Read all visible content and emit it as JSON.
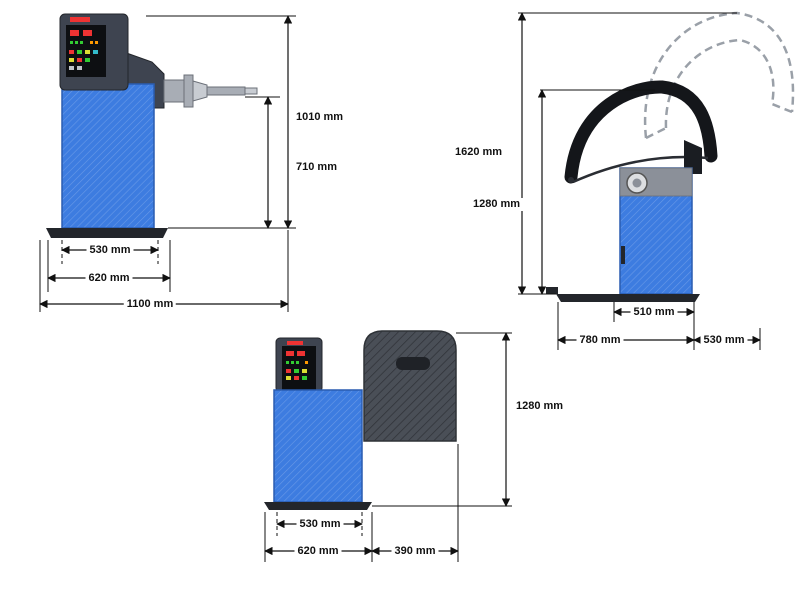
{
  "views": {
    "front": {
      "dims": {
        "total_height": "1010 mm",
        "spindle_height": "710 mm",
        "cabinet_width": "530 mm",
        "base_width": "620 mm",
        "overall_width": "1100 mm"
      }
    },
    "side": {
      "dims": {
        "hood_open_height": "1620 mm",
        "hood_closed_height": "1280 mm",
        "cabinet_depth": "510 mm",
        "base_depth": "780 mm",
        "hood_overhang": "530 mm"
      }
    },
    "rear": {
      "dims": {
        "total_height": "1280 mm",
        "cabinet_width": "530 mm",
        "base_width": "620 mm",
        "hood_depth": "390 mm"
      }
    }
  },
  "colors": {
    "body_blue": "#3d7ce0",
    "body_blue_dark": "#2a5cb0",
    "head_dark": "#3e4450",
    "base_dark": "#23262b",
    "hood_black": "#14161a",
    "hood_gray": "#4a4f57",
    "dash_gray": "#9aa0a8",
    "dim_line": "#111111",
    "led_red": "#ee3333",
    "led_green": "#33cc33",
    "led_yellow": "#dddd33"
  }
}
